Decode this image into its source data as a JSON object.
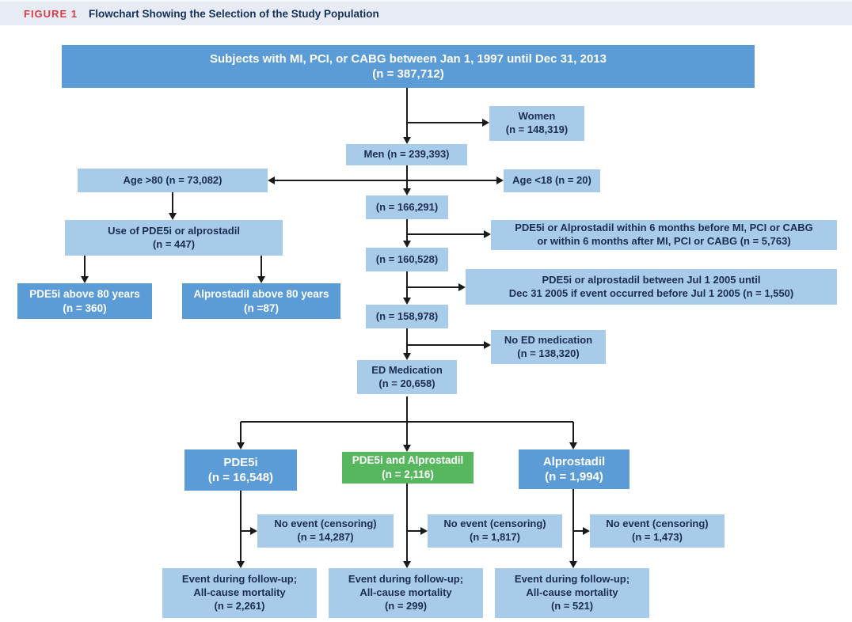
{
  "header": {
    "figure_label": "FIGURE 1",
    "title": "Flowchart Showing the Selection of the Study Population"
  },
  "colors": {
    "box_dark_blue": "#5b9cd6",
    "box_light_blue": "#a9cbea",
    "box_green": "#57b75f",
    "text_navy": "#1b2d52",
    "figure_label_red": "#d93b45",
    "header_background": "#e7ecf4",
    "connector_black": "#1a1a1a"
  },
  "nodes": {
    "subjects": {
      "text": "Subjects with MI, PCI, or CABG between Jan 1, 1997 until Dec 31, 2013\n(n = 387,712)"
    },
    "women": {
      "text": "Women\n(n = 148,319)"
    },
    "men": {
      "text": "Men (n = 239,393)"
    },
    "age_over_80": {
      "text": "Age >80 (n = 73,082)"
    },
    "age_under_18": {
      "text": "Age <18 (n = 20)"
    },
    "n_166291": {
      "text": "(n = 166,291)"
    },
    "use_of_pde5i_or_alprostadil": {
      "text": "Use of PDE5i or alprostadil\n(n = 447)"
    },
    "pde5i_within_6_months": {
      "text": "PDE5i or Alprostadil within 6 months before MI, PCI or CABG\nor within 6 months after MI, PCI or CABG (n = 5,763)"
    },
    "n_160528": {
      "text": "(n = 160,528)"
    },
    "pde5i_jul_2005": {
      "text": "PDE5i or alprostadil between Jul 1 2005 until\nDec 31 2005 if event occurred before Jul 1 2005 (n = 1,550)"
    },
    "n_158978": {
      "text": "(n = 158,978)"
    },
    "pde5i_above_80": {
      "text": "PDE5i above 80 years\n(n = 360)"
    },
    "alprostadil_above_80": {
      "text": "Alprostadil above 80 years\n(n =87)"
    },
    "no_ed_medication": {
      "text": "No ED medication\n(n = 138,320)"
    },
    "ed_medication": {
      "text": "ED Medication\n(n = 20,658)"
    },
    "pde5i_group": {
      "text": "PDE5i\n(n = 16,548)"
    },
    "pde5i_and_alprostadil_group": {
      "text": "PDE5i and Alprostadil\n(n = 2,116)"
    },
    "alprostadil_group": {
      "text": "Alprostadil\n(n = 1,994)"
    },
    "censoring_pde5i": {
      "text": "No event (censoring)\n(n = 14,287)"
    },
    "censoring_combo": {
      "text": "No event (censoring)\n(n = 1,817)"
    },
    "censoring_alprostadil": {
      "text": "No event (censoring)\n(n = 1,473)"
    },
    "event_pde5i": {
      "text": "Event during follow-up;\nAll-cause mortality\n(n = 2,261)"
    },
    "event_combo": {
      "text": "Event during follow-up;\nAll-cause mortality\n(n = 299)"
    },
    "event_alprostadil": {
      "text": "Event during follow-up;\nAll-cause mortality\n(n = 521)"
    }
  }
}
